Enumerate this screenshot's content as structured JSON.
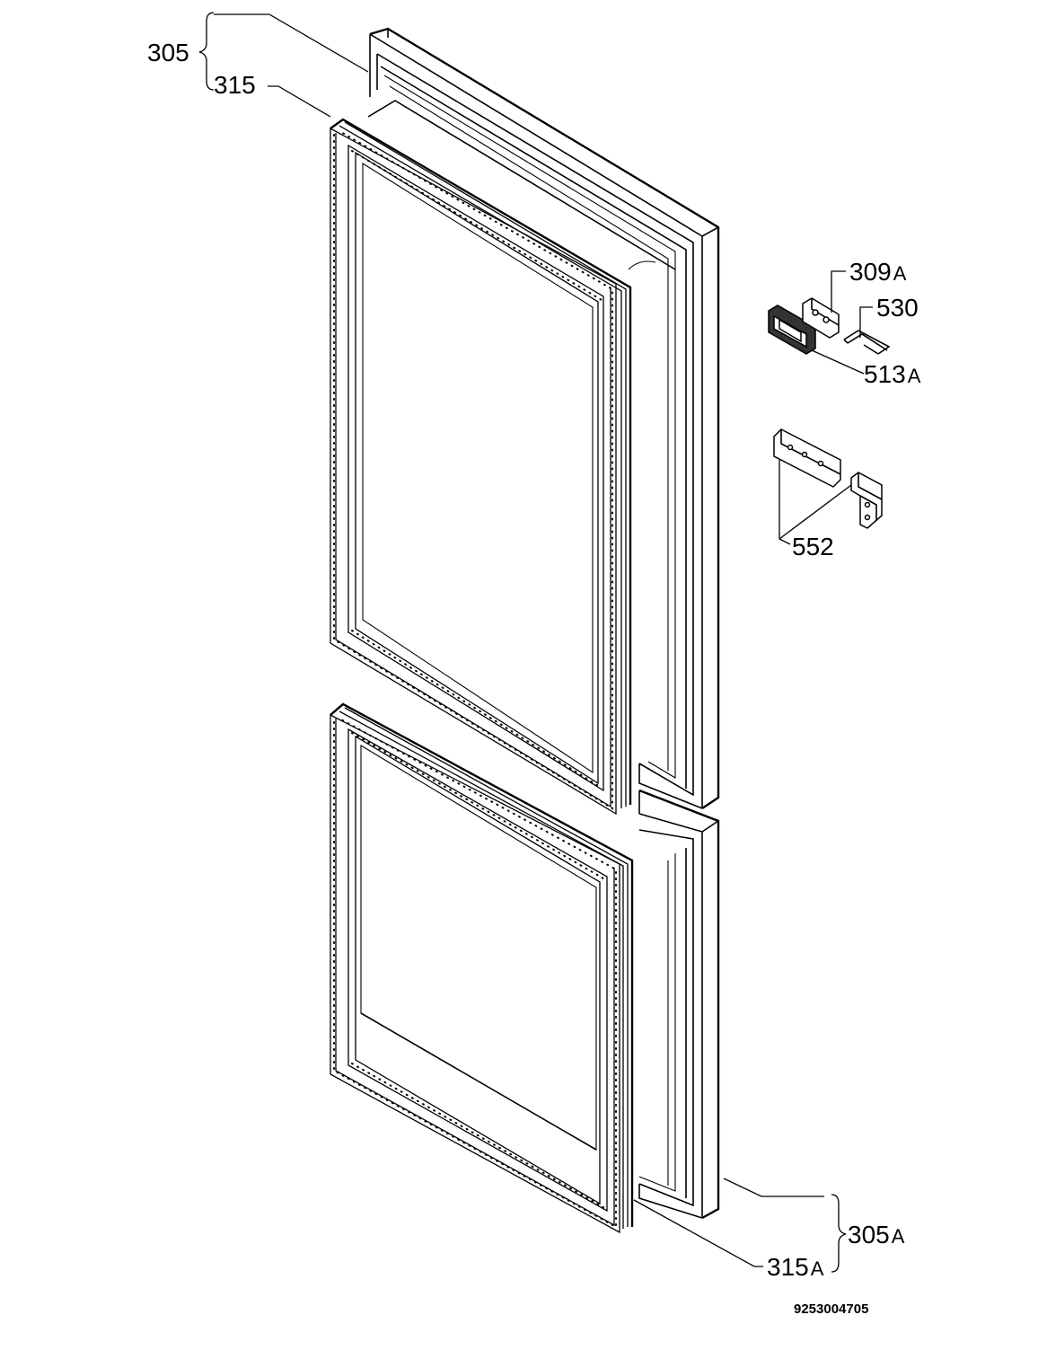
{
  "labels": {
    "door_upper": "305",
    "gasket_upper": "315",
    "part_309": {
      "number": "309",
      "suffix": "A"
    },
    "part_530": "530",
    "part_513": {
      "number": "513",
      "suffix": "A"
    },
    "part_552": "552",
    "door_lower": {
      "number": "305",
      "suffix": "A"
    },
    "gasket_lower": {
      "number": "315",
      "suffix": "A"
    }
  },
  "document_number": "9253004705"
}
